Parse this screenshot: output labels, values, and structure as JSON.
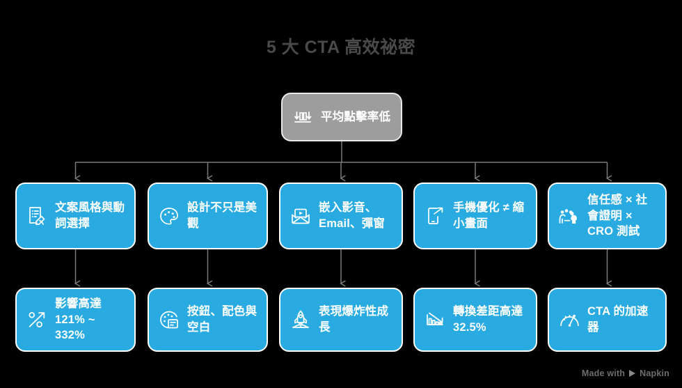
{
  "title": "5 大 CTA 高效祕密",
  "colors": {
    "background": "#000000",
    "title": "#4a4a4a",
    "root_fill": "#9d9d9d",
    "node_fill": "#29abe2",
    "node_border": "#ffffff",
    "connector": "#7a7a7a",
    "watermark": "#6d6d6d"
  },
  "root": {
    "label": "平均點擊率低",
    "icon": "bar-chart-down-icon"
  },
  "branches": [
    {
      "cause": {
        "label": "文案風格與動詞選擇",
        "icon": "document-pen-icon"
      },
      "effect": {
        "label": "影響高達 121% ~ 332%",
        "icon": "percent-arrow-up-icon"
      }
    },
    {
      "cause": {
        "label": "設計不只是美觀",
        "icon": "palette-icon"
      },
      "effect": {
        "label": "按鈕、配色與空白",
        "icon": "palette-swatch-icon"
      }
    },
    {
      "cause": {
        "label": "嵌入影音、Email、彈窗",
        "icon": "video-envelope-icon"
      },
      "effect": {
        "label": "表現爆炸性成長",
        "icon": "rocket-icon"
      }
    },
    {
      "cause": {
        "label": "手機優化 ≠ 縮小畫面",
        "icon": "mobile-growth-icon"
      },
      "effect": {
        "label": "轉換差距高達 32.5%",
        "icon": "bar-chart-decline-icon"
      }
    },
    {
      "cause": {
        "label": "信任感 × 社會證明 × CRO 測試",
        "icon": "people-group-icon"
      },
      "effect": {
        "label": "CTA 的加速器",
        "icon": "speedometer-icon"
      }
    }
  ],
  "watermark": {
    "text": "Made with",
    "brand": "Napkin",
    "icon": "napkin-play-icon"
  }
}
